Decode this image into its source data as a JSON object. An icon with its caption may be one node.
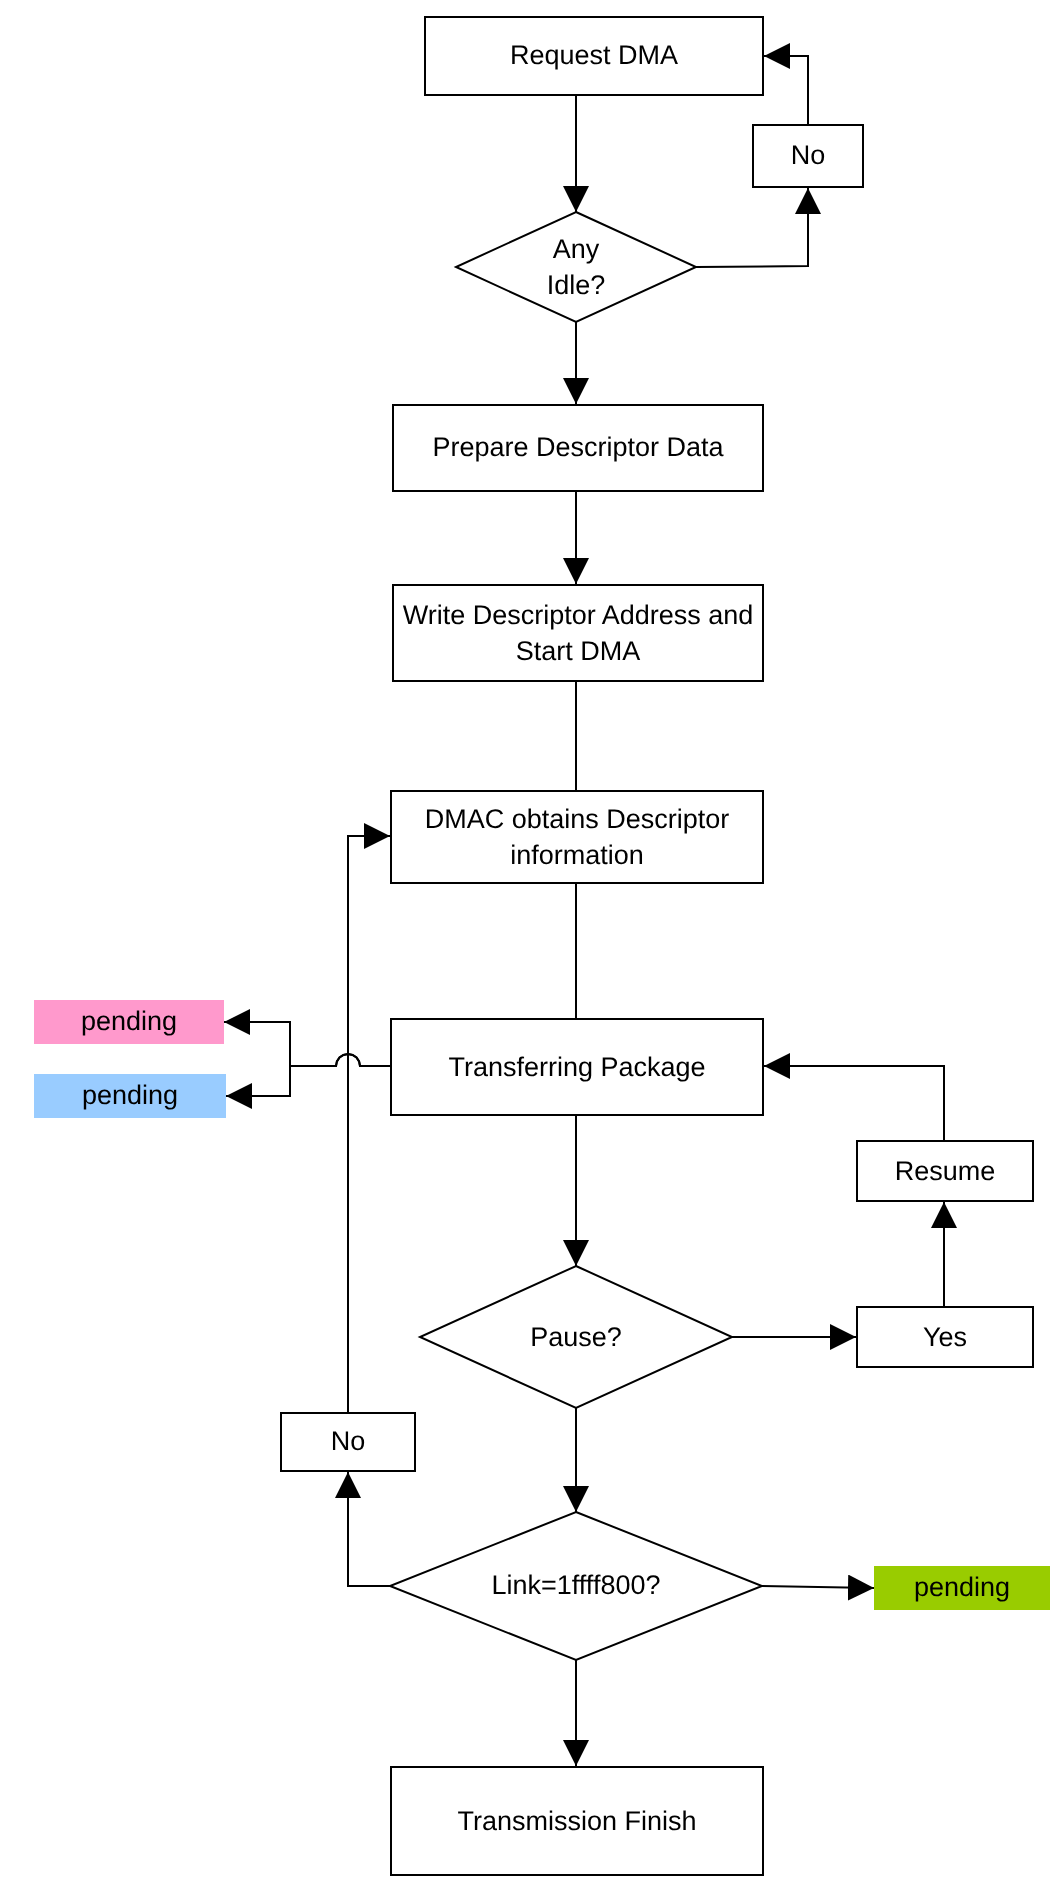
{
  "diagram": {
    "nodes": [
      {
        "text": [
          "Request DMA"
        ]
      },
      {
        "text": [
          "No"
        ]
      },
      {
        "text": [
          "Any Idle?"
        ]
      },
      {
        "text": [
          "Prepare Descriptor Data"
        ]
      },
      {
        "text": [
          "Write Descriptor Address and Start DMA"
        ]
      },
      {
        "text": [
          "DMAC obtains Descriptor information"
        ]
      },
      {
        "text": [
          "pending"
        ]
      },
      {
        "text": [
          "pending"
        ]
      },
      {
        "text": [
          "Transferring Package"
        ]
      },
      {
        "text": [
          "Resume"
        ]
      },
      {
        "text": [
          "Pause?"
        ]
      },
      {
        "text": [
          "Yes"
        ]
      },
      {
        "text": [
          "No"
        ]
      },
      {
        "text": [
          "Link=1ffff800?"
        ]
      },
      {
        "text": [
          "pending"
        ]
      },
      {
        "text": [
          "Transmission Finish"
        ]
      }
    ],
    "edges": [
      {
        "from": 0,
        "to": 2,
        "arrow": "to"
      },
      {
        "from": 2,
        "to": 1,
        "arrow": "to"
      },
      {
        "from": 1,
        "to": 0,
        "arrow": "to"
      },
      {
        "from": 2,
        "to": 3,
        "arrow": "to"
      },
      {
        "from": 3,
        "to": 4,
        "arrow": "to"
      },
      {
        "from": 4,
        "to": 5,
        "arrow": "none"
      },
      {
        "from": 5,
        "to": 8,
        "arrow": "none"
      },
      {
        "from": 8,
        "to": 6,
        "arrow": "to"
      },
      {
        "from": 8,
        "to": 7,
        "arrow": "to"
      },
      {
        "from": 8,
        "to": 10,
        "arrow": "to"
      },
      {
        "from": 10,
        "to": 11,
        "arrow": "to"
      },
      {
        "from": 11,
        "to": 9,
        "arrow": "to"
      },
      {
        "from": 9,
        "to": 8,
        "arrow": "to"
      },
      {
        "from": 10,
        "to": 13,
        "arrow": "to"
      },
      {
        "from": 13,
        "to": 12,
        "arrow": "to"
      },
      {
        "from": 12,
        "to": 5,
        "arrow": "to"
      },
      {
        "from": 13,
        "to": 14,
        "arrow": "to"
      },
      {
        "from": 13,
        "to": 15,
        "arrow": "to"
      }
    ]
  }
}
